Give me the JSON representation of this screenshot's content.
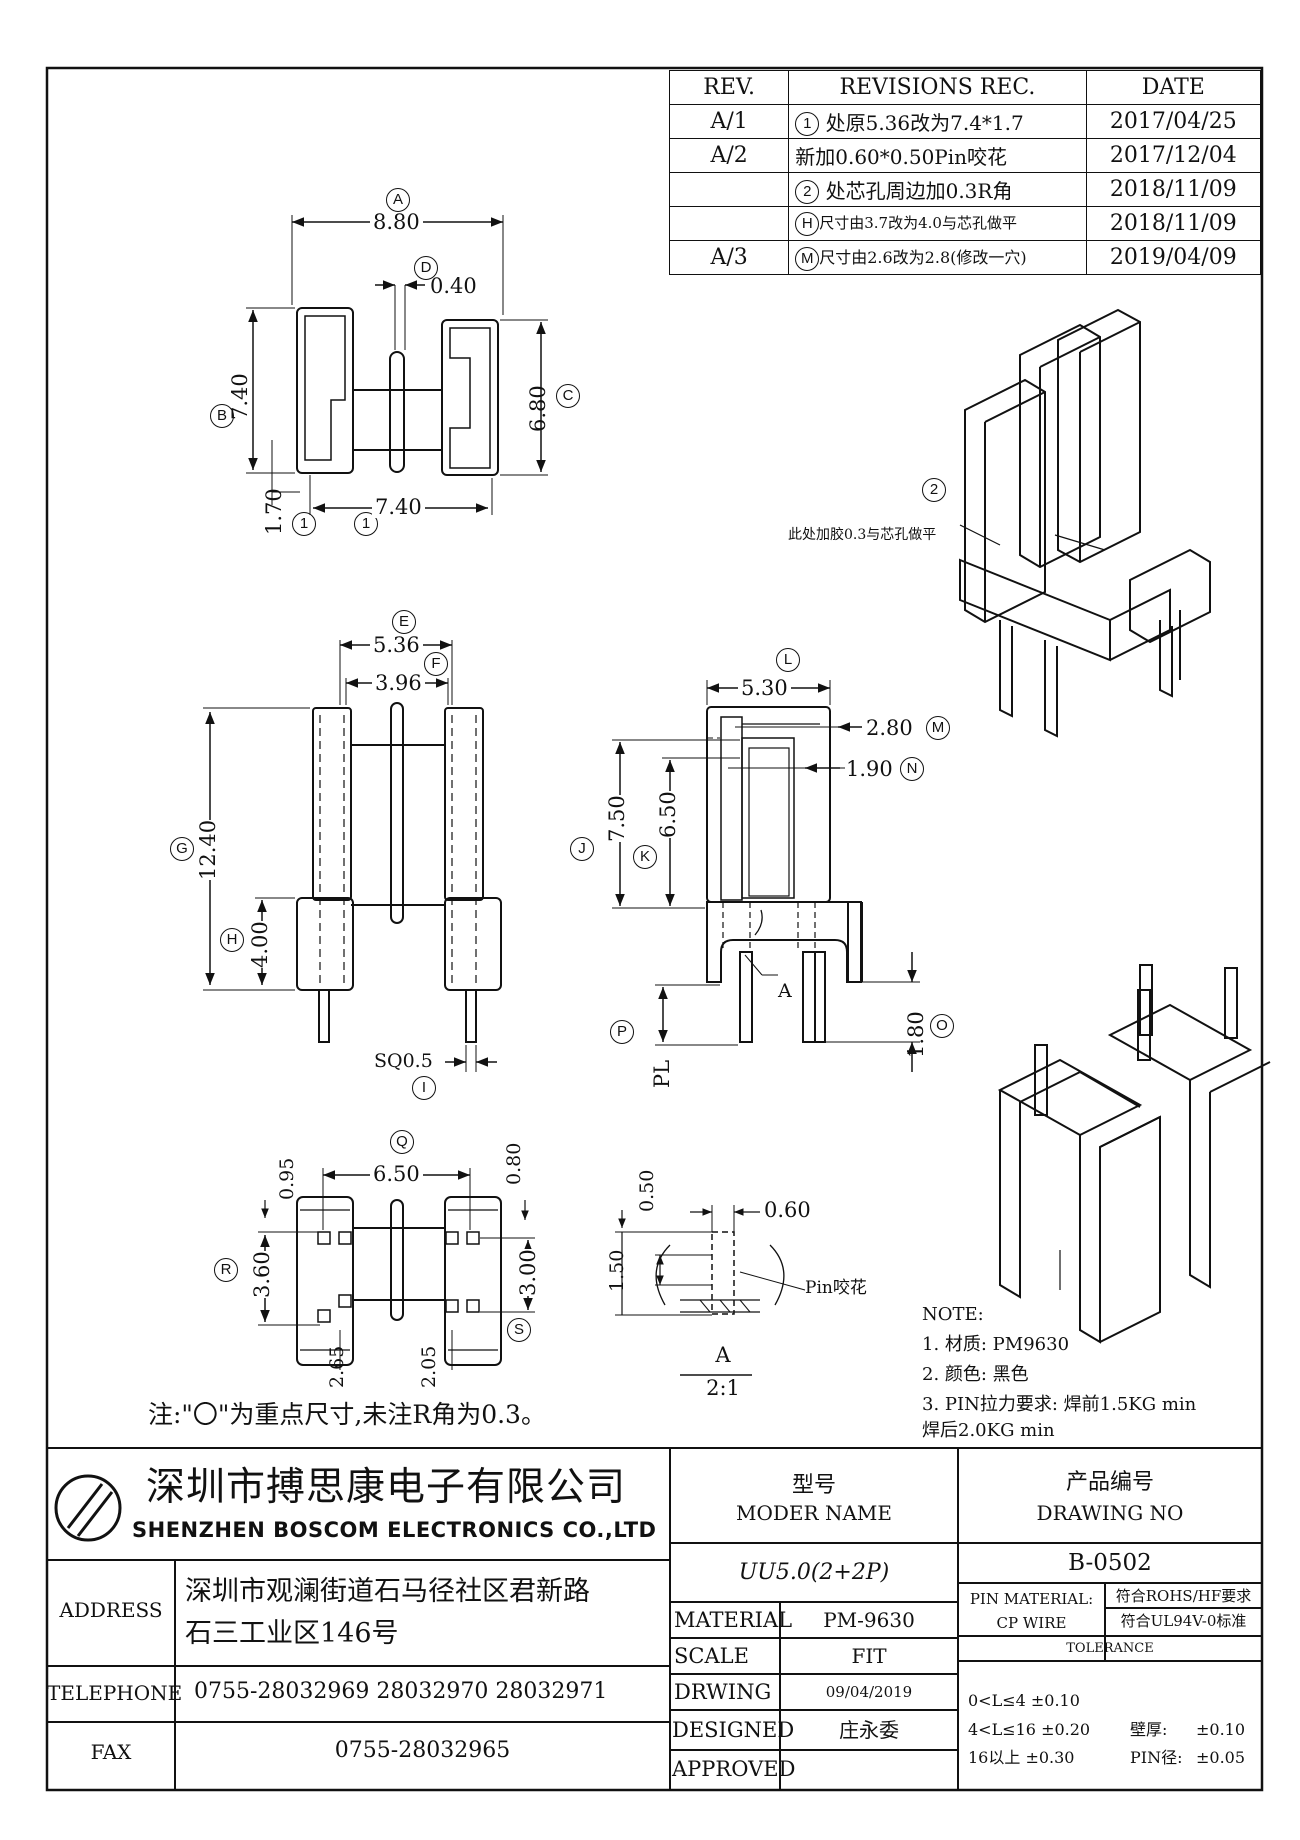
{
  "revisions": {
    "headers": {
      "rev": "REV.",
      "rec": "REVISIONS REC.",
      "date": "DATE"
    },
    "rows": [
      {
        "rev": "A/1",
        "mark": "1",
        "text": "处原5.36改为7.4*1.7",
        "date": "2017/04/25"
      },
      {
        "rev": "A/2",
        "mark": "",
        "text": "新加0.60*0.50Pin咬花",
        "date": "2017/12/04"
      },
      {
        "rev": "",
        "mark": "2",
        "text": "处芯孔周边加0.3R角",
        "date": "2018/11/09"
      },
      {
        "rev": "",
        "mark": "H",
        "text": "尺寸由3.7改为4.0与芯孔做平",
        "date": "2018/11/09"
      },
      {
        "rev": "A/3",
        "mark": "M",
        "text": "尺寸由2.6改为2.8(修改一穴)",
        "date": "2019/04/09"
      }
    ]
  },
  "dims": {
    "A": "A",
    "a_val": "8.80",
    "D": "D",
    "d_val": "0.40",
    "B": "B",
    "b_val": "7.40",
    "C": "C",
    "c_val": "6.80",
    "one_val": "1.70",
    "one_mark": "1",
    "bottom_val": "7.40",
    "E": "E",
    "e_val": "5.36",
    "F": "F",
    "f_val": "3.96",
    "G": "G",
    "g_val": "12.40",
    "H": "H",
    "h_val": "4.00",
    "I": "I",
    "i_val": "SQ0.5",
    "L": "L",
    "l_val": "5.30",
    "M": "M",
    "m_val": "2.80",
    "N": "N",
    "n_val": "1.90",
    "J": "J",
    "j_val": "7.50",
    "K": "K",
    "k_val": "6.50",
    "A_ref": "A",
    "P": "P",
    "pl": "PL",
    "O": "O",
    "o_val": "1.80",
    "Q": "Q",
    "q_val": "6.50",
    "v095": "0.95",
    "v080": "0.80",
    "R": "R",
    "r_val": "3.60",
    "v300": "3.00",
    "S": "S",
    "v265": "2.65",
    "v205": "2.05",
    "v050": "0.50",
    "v150": "1.50",
    "v060": "0.60",
    "pin_knurl": "Pin咬花",
    "detail_label": "A",
    "detail_scale": "2:1",
    "mark2": "2",
    "glue_note": "此处加胶0.3与芯孔做平"
  },
  "notes": {
    "heading": "NOTE:",
    "items": [
      "1. 材质: PM9630",
      "2. 颜色: 黑色",
      "3. PIN拉力要求: 焊前1.5KG min",
      "焊后2.0KG min"
    ],
    "remark": "注:\"〇\"为重点尺寸,未注R角为0.3。"
  },
  "titleblock": {
    "company_cn": "深圳市搏思康电子有限公司",
    "company_en": "SHENZHEN BOSCOM ELECTRONICS CO.,LTD",
    "address_label": "ADDRESS",
    "address_line1": "深圳市观澜街道石马径社区君新路",
    "address_line2": "石三工业区146号",
    "telephone_label": "TELEPHONE",
    "telephone": "0755-28032969 28032970 28032971",
    "fax_label": "FAX",
    "fax": "0755-28032965",
    "model_label_cn": "型号",
    "model_label_en": "MODER NAME",
    "model": "UU5.0(2+2P)",
    "drawing_no_label_cn": "产品编号",
    "drawing_no_label_en": "DRAWING NO",
    "drawing_no": "B-0502",
    "material_label": "MATERIAL",
    "material": "PM-9630",
    "scale_label": "SCALE",
    "scale": "FIT",
    "drawing_label": "DRWING",
    "drawing_date": "09/04/2019",
    "designed_label": "DESIGNED",
    "designer": "庄永委",
    "approved_label": "APPROVED",
    "approved": "",
    "pin_material_label": "PIN MATERIAL:",
    "pin_material": "CP WIRE",
    "rohs": "符合ROHS/HF要求",
    "ul": "符合UL94V-0标准",
    "tolerance_label": "TOLERANCE",
    "tol1": "0<L≤4 ±0.10",
    "tol2": "4<L≤16 ±0.20",
    "tol3": "16以上 ±0.30",
    "wall_label": "壁厚:",
    "wall": "±0.10",
    "pin_dia_label": "PIN径:",
    "pin_dia": "±0.05"
  }
}
